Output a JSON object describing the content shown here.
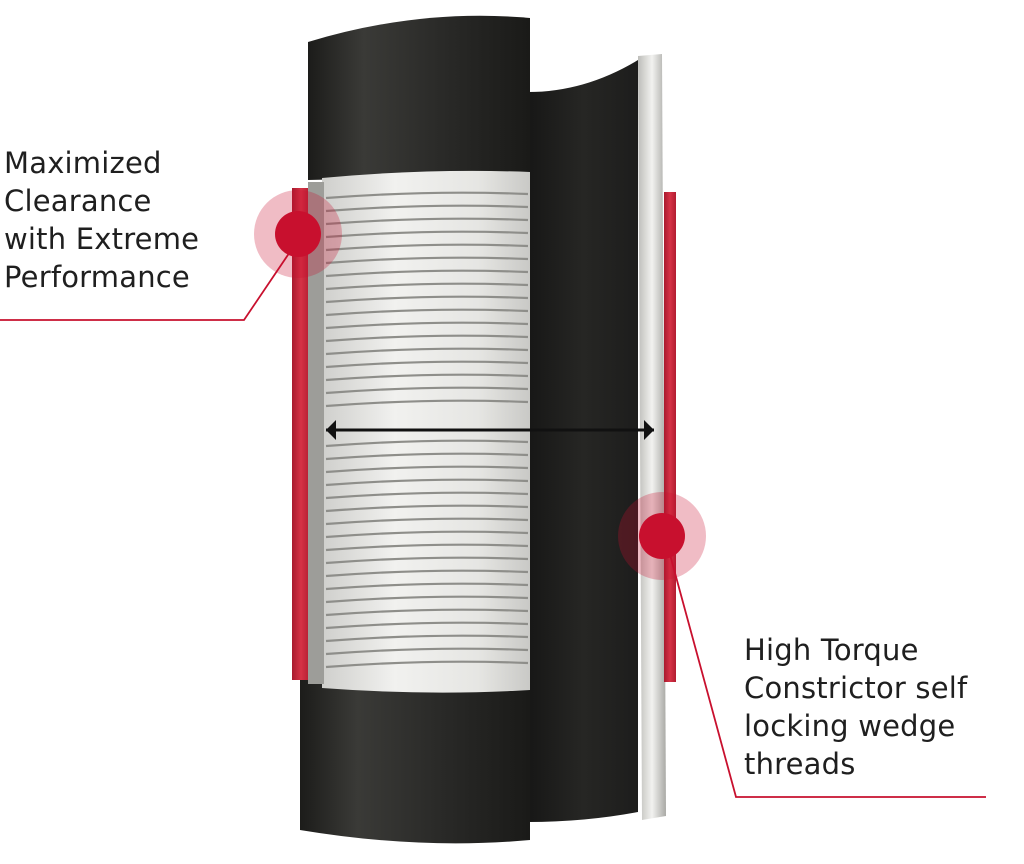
{
  "callouts": {
    "left": {
      "lines": [
        "Maximized",
        "Clearance",
        "with Extreme",
        "Performance"
      ]
    },
    "right": {
      "lines": [
        "High Torque",
        "Constrictor self",
        "locking wedge",
        "threads"
      ]
    }
  },
  "colors": {
    "accent": "#c8102e",
    "pipe_dark": "#2b2b29",
    "thread_silver": "#e4e4e2",
    "text": "#1f1f1f"
  },
  "icons": {
    "left_marker": "hotspot-marker-icon",
    "right_marker": "hotspot-marker-icon"
  }
}
